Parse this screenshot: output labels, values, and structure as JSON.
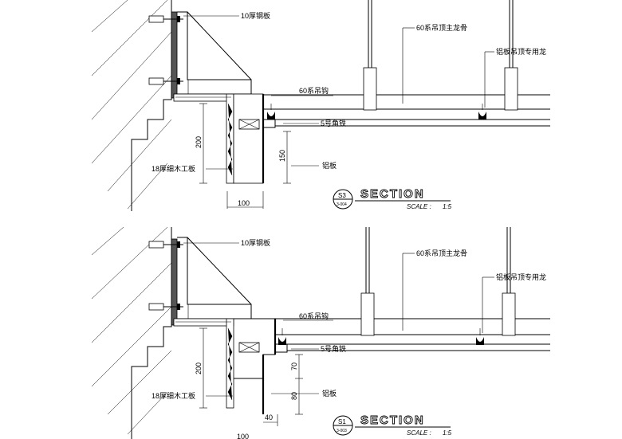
{
  "details": [
    {
      "labels": {
        "steel_plate": "10厚钢板",
        "main_keel": "60系吊顶主龙骨",
        "special_keel": "铝板吊顶专用龙",
        "hook": "60系吊钩",
        "angle_iron": "5号角铁",
        "plywood": "18厚细木工板",
        "aluminum_panel": "铝板"
      },
      "dimensions": {
        "height_board": "200",
        "width_bottom": "100",
        "panel_drop": "150"
      },
      "section": {
        "title": "SECTION",
        "number": "S3",
        "sheet": "3-004",
        "scale_label": "SCALE :",
        "scale_value": "1:5"
      }
    },
    {
      "labels": {
        "steel_plate": "10厚钢板",
        "main_keel": "60系吊顶主龙骨",
        "special_keel": "铝板吊顶专用龙",
        "hook": "60系吊钩",
        "angle_iron": "5号角铁",
        "plywood": "18厚细木工板",
        "aluminum_panel": "铝板"
      },
      "dimensions": {
        "height_board": "200",
        "step_upper": "70",
        "step_lower": "80",
        "width_bottom": "40",
        "cut_dim": "100"
      },
      "section": {
        "title": "SECTION",
        "number": "S1",
        "sheet": "3-003",
        "scale_label": "SCALE :",
        "scale_value": "1:5"
      }
    }
  ]
}
